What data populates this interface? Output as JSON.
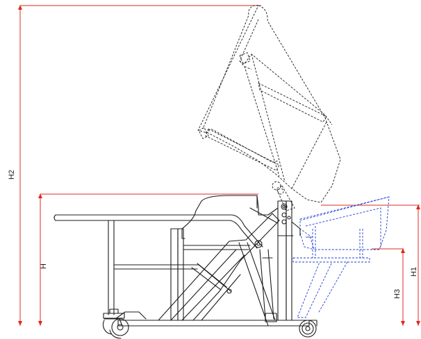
{
  "dimensions": {
    "h2": "H2",
    "h": "H",
    "h1": "H1",
    "h3": "H3"
  },
  "colors": {
    "dimension_line": "#e0281e",
    "drawing_line": "#1b1b1b",
    "low_position": "#1f3fd8"
  }
}
